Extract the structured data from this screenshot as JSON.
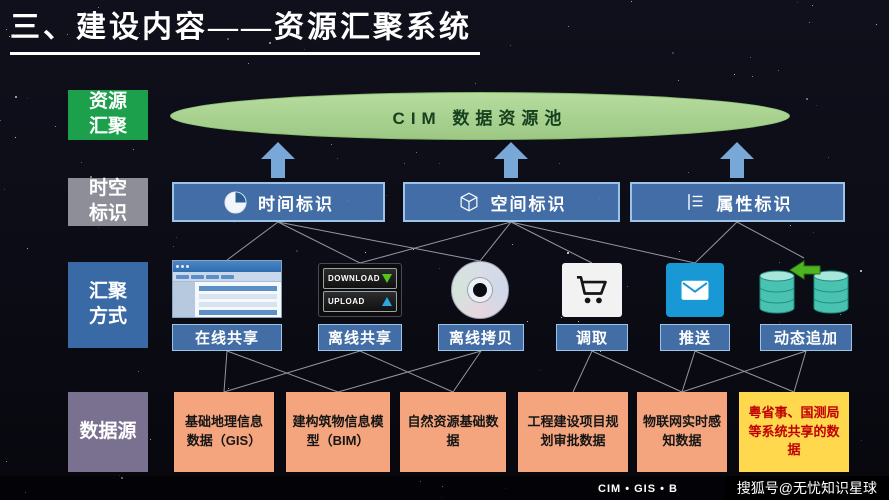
{
  "title": "三、建设内容——资源汇聚系统",
  "side_labels": [
    {
      "lines": [
        "资源",
        "汇聚"
      ]
    },
    {
      "lines": [
        "时空",
        "标识"
      ]
    },
    {
      "lines": [
        "汇聚",
        "方式"
      ]
    },
    {
      "lines": [
        "数据源"
      ]
    }
  ],
  "pool": {
    "label": "CIM 数据资源池"
  },
  "tags": [
    {
      "label": "时间标识",
      "icon": "clock-icon"
    },
    {
      "label": "空间标识",
      "icon": "cube-icon"
    },
    {
      "label": "属性标识",
      "icon": "list-icon"
    }
  ],
  "methods": [
    {
      "label": "在线共享",
      "icon": "online-share-screenshot"
    },
    {
      "label": "离线共享",
      "icon": "download-upload-panel",
      "download_text": "DOWNLOAD",
      "upload_text": "UPLOAD"
    },
    {
      "label": "离线拷贝",
      "icon": "cd-disc-icon"
    },
    {
      "label": "调取",
      "icon": "shopping-cart-icon"
    },
    {
      "label": "推送",
      "icon": "mail-push-icon"
    },
    {
      "label": "动态追加",
      "icon": "database-sync-icon"
    }
  ],
  "sources": [
    {
      "label": "基础地理信息数据（GIS）"
    },
    {
      "label": "建构筑物信息模型（BIM）"
    },
    {
      "label": "自然资源基础数据"
    },
    {
      "label": "工程建设项目规划审批数据"
    },
    {
      "label": "物联网实时感知数据"
    },
    {
      "label": "粤省事、国测局等系统共享的数据"
    }
  ],
  "footer": {
    "caption": "CIM • GIS • B",
    "watermark": "搜狐号@无忧知识星球"
  },
  "colors": {
    "background": "#0b0b14",
    "label_green": "#1ca04c",
    "label_gray": "#8e8e98",
    "label_blue": "#3a6aa6",
    "label_purple": "#7a7090",
    "pool_green": "#a9d18e",
    "tag_blue": "#4f81bd",
    "arrow_blue": "#78a8d8",
    "source_salmon": "#f4a57e",
    "source_yellow": "#ffd84d",
    "source_red_text": "#c00000"
  }
}
